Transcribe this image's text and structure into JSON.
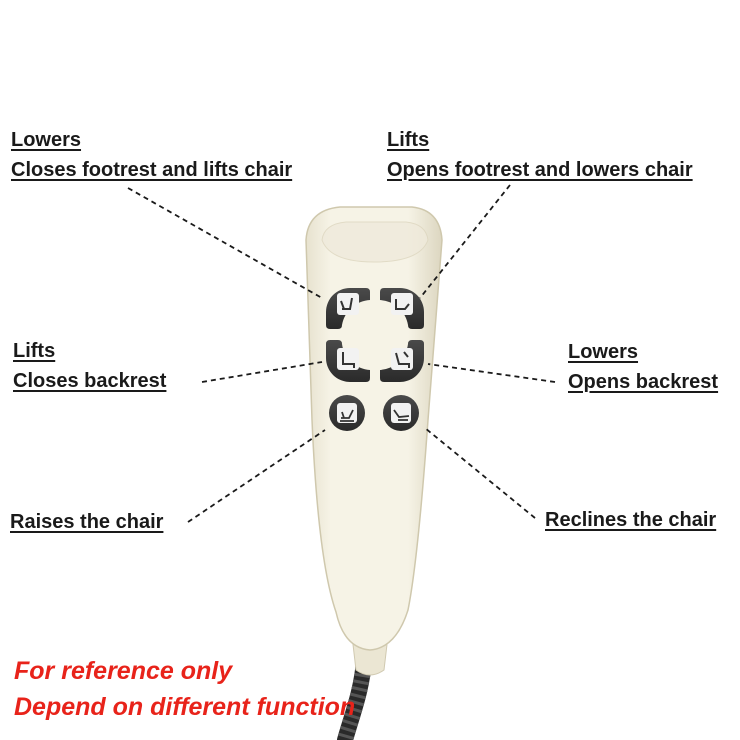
{
  "colors": {
    "text": "#1a1a1a",
    "note": "#e8231a",
    "button": "#3a3a3a",
    "remote_body": "#f3efe0",
    "icon_bg": "#f2f2f2"
  },
  "callouts": {
    "top_left": {
      "line1": "Lowers",
      "line2": "Closes footrest and lifts chair"
    },
    "top_right": {
      "line1": "Lifts",
      "line2": "Opens footrest and lowers chair"
    },
    "middle_left": {
      "line1": "Lifts",
      "line2": "Closes backrest"
    },
    "middle_right": {
      "line1": "Lowers",
      "line2": "Opens backrest"
    },
    "bottom_left": {
      "line1": "Raises the chair"
    },
    "bottom_right": {
      "line1": "Reclines the chair"
    }
  },
  "note": {
    "line1": "For reference only",
    "line2": "Depend on different function"
  },
  "remote": {
    "buttons": [
      {
        "id": "footrest-close",
        "icon": "chair-footrest-in-icon"
      },
      {
        "id": "footrest-open",
        "icon": "chair-footrest-out-icon"
      },
      {
        "id": "backrest-close",
        "icon": "chair-upright-icon"
      },
      {
        "id": "backrest-open",
        "icon": "chair-recline-back-icon"
      },
      {
        "id": "raise-chair",
        "icon": "chair-lift-icon"
      },
      {
        "id": "recline-chair",
        "icon": "chair-full-recline-icon"
      }
    ]
  }
}
